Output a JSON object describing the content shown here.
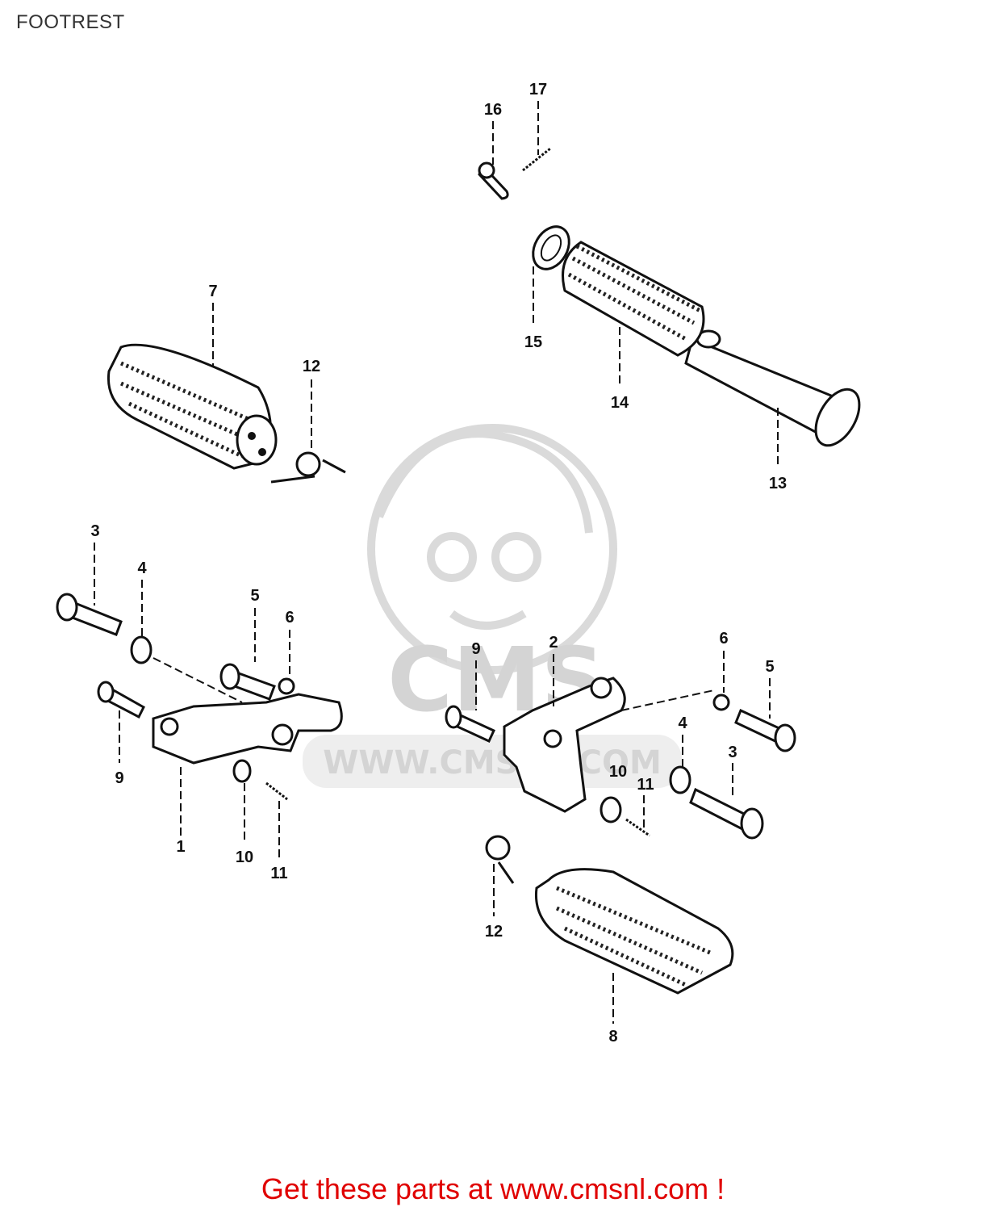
{
  "page": {
    "title": "FOOTREST"
  },
  "watermark": {
    "url": "WWW.CMSNL.COM",
    "brand": "CMS"
  },
  "callouts": [
    {
      "id": "c16",
      "label": "16"
    },
    {
      "id": "c17",
      "label": "17"
    },
    {
      "id": "c7",
      "label": "7"
    },
    {
      "id": "c12a",
      "label": "12"
    },
    {
      "id": "c15",
      "label": "15"
    },
    {
      "id": "c14",
      "label": "14"
    },
    {
      "id": "c13",
      "label": "13"
    },
    {
      "id": "c3a",
      "label": "3"
    },
    {
      "id": "c4a",
      "label": "4"
    },
    {
      "id": "c5a",
      "label": "5"
    },
    {
      "id": "c6a",
      "label": "6"
    },
    {
      "id": "c9a",
      "label": "9"
    },
    {
      "id": "c1",
      "label": "1"
    },
    {
      "id": "c10a",
      "label": "10"
    },
    {
      "id": "c11a",
      "label": "11"
    },
    {
      "id": "c9b",
      "label": "9"
    },
    {
      "id": "c2",
      "label": "2"
    },
    {
      "id": "c6b",
      "label": "6"
    },
    {
      "id": "c5b",
      "label": "5"
    },
    {
      "id": "c4b",
      "label": "4"
    },
    {
      "id": "c3b",
      "label": "3"
    },
    {
      "id": "c10b",
      "label": "10"
    },
    {
      "id": "c11b",
      "label": "11"
    },
    {
      "id": "c12b",
      "label": "12"
    },
    {
      "id": "c8",
      "label": "8"
    }
  ],
  "footer": {
    "link_text": "Get these parts at www.cmsnl.com !"
  }
}
